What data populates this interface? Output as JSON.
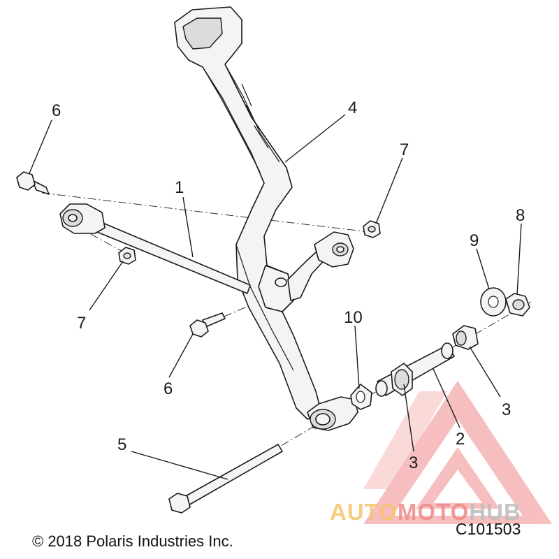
{
  "callouts": {
    "c1": "1",
    "c2": "2",
    "c3a": "3",
    "c3b": "3",
    "c4": "4",
    "c5": "5",
    "c6a": "6",
    "c6b": "6",
    "c7a": "7",
    "c7b": "7",
    "c8": "8",
    "c9": "9",
    "c10": "10"
  },
  "footer": {
    "copyright": "© 2018 Polaris Industries Inc.",
    "diagram_code": "C101503"
  },
  "watermark": {
    "part1": "AUTO",
    "part2": "MOTO",
    "part3": "HUB",
    "color_primary": "#f08a8a",
    "color_secondary": "#f7c46a"
  }
}
